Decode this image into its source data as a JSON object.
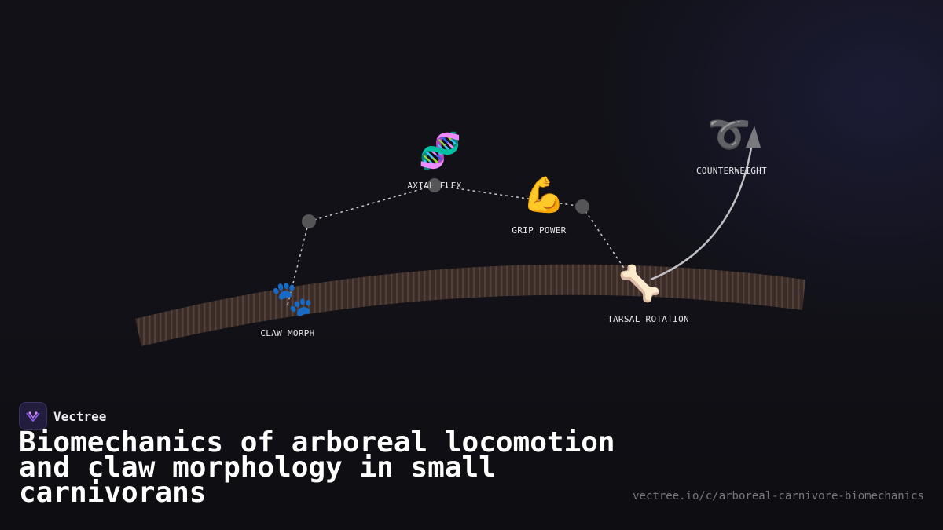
{
  "diagram": {
    "nodes": [
      {
        "id": "claw_morph",
        "label": "CLAW MORPH",
        "icon": "paw-prints-icon",
        "glyph": "🐾"
      },
      {
        "id": "axial_flex",
        "label": "AXIAL FLEX",
        "icon": "dna-icon",
        "glyph": "🧬"
      },
      {
        "id": "grip_power",
        "label": "GRIP POWER",
        "icon": "flexed-biceps-icon",
        "glyph": "💪"
      },
      {
        "id": "tarsal_rotation",
        "label": "TARSAL ROTATION",
        "icon": "bone-icon",
        "glyph": "🦴"
      },
      {
        "id": "counterweight",
        "label": "COUNTERWEIGHT",
        "icon": "curly-loop-icon",
        "glyph": "➰"
      }
    ],
    "colors": {
      "branch": "#3b2c28",
      "connector": "#c8c8cc",
      "waypoint": "#555558",
      "arrow": "#c0c0c4"
    }
  },
  "brand": {
    "name": "Vectree",
    "logo_icon": "vectree-logo-icon"
  },
  "title": "Biomechanics of arboreal locomotion and claw morphology in small carnivorans",
  "url": "vectree.io/c/arboreal-carnivore-biomechanics"
}
